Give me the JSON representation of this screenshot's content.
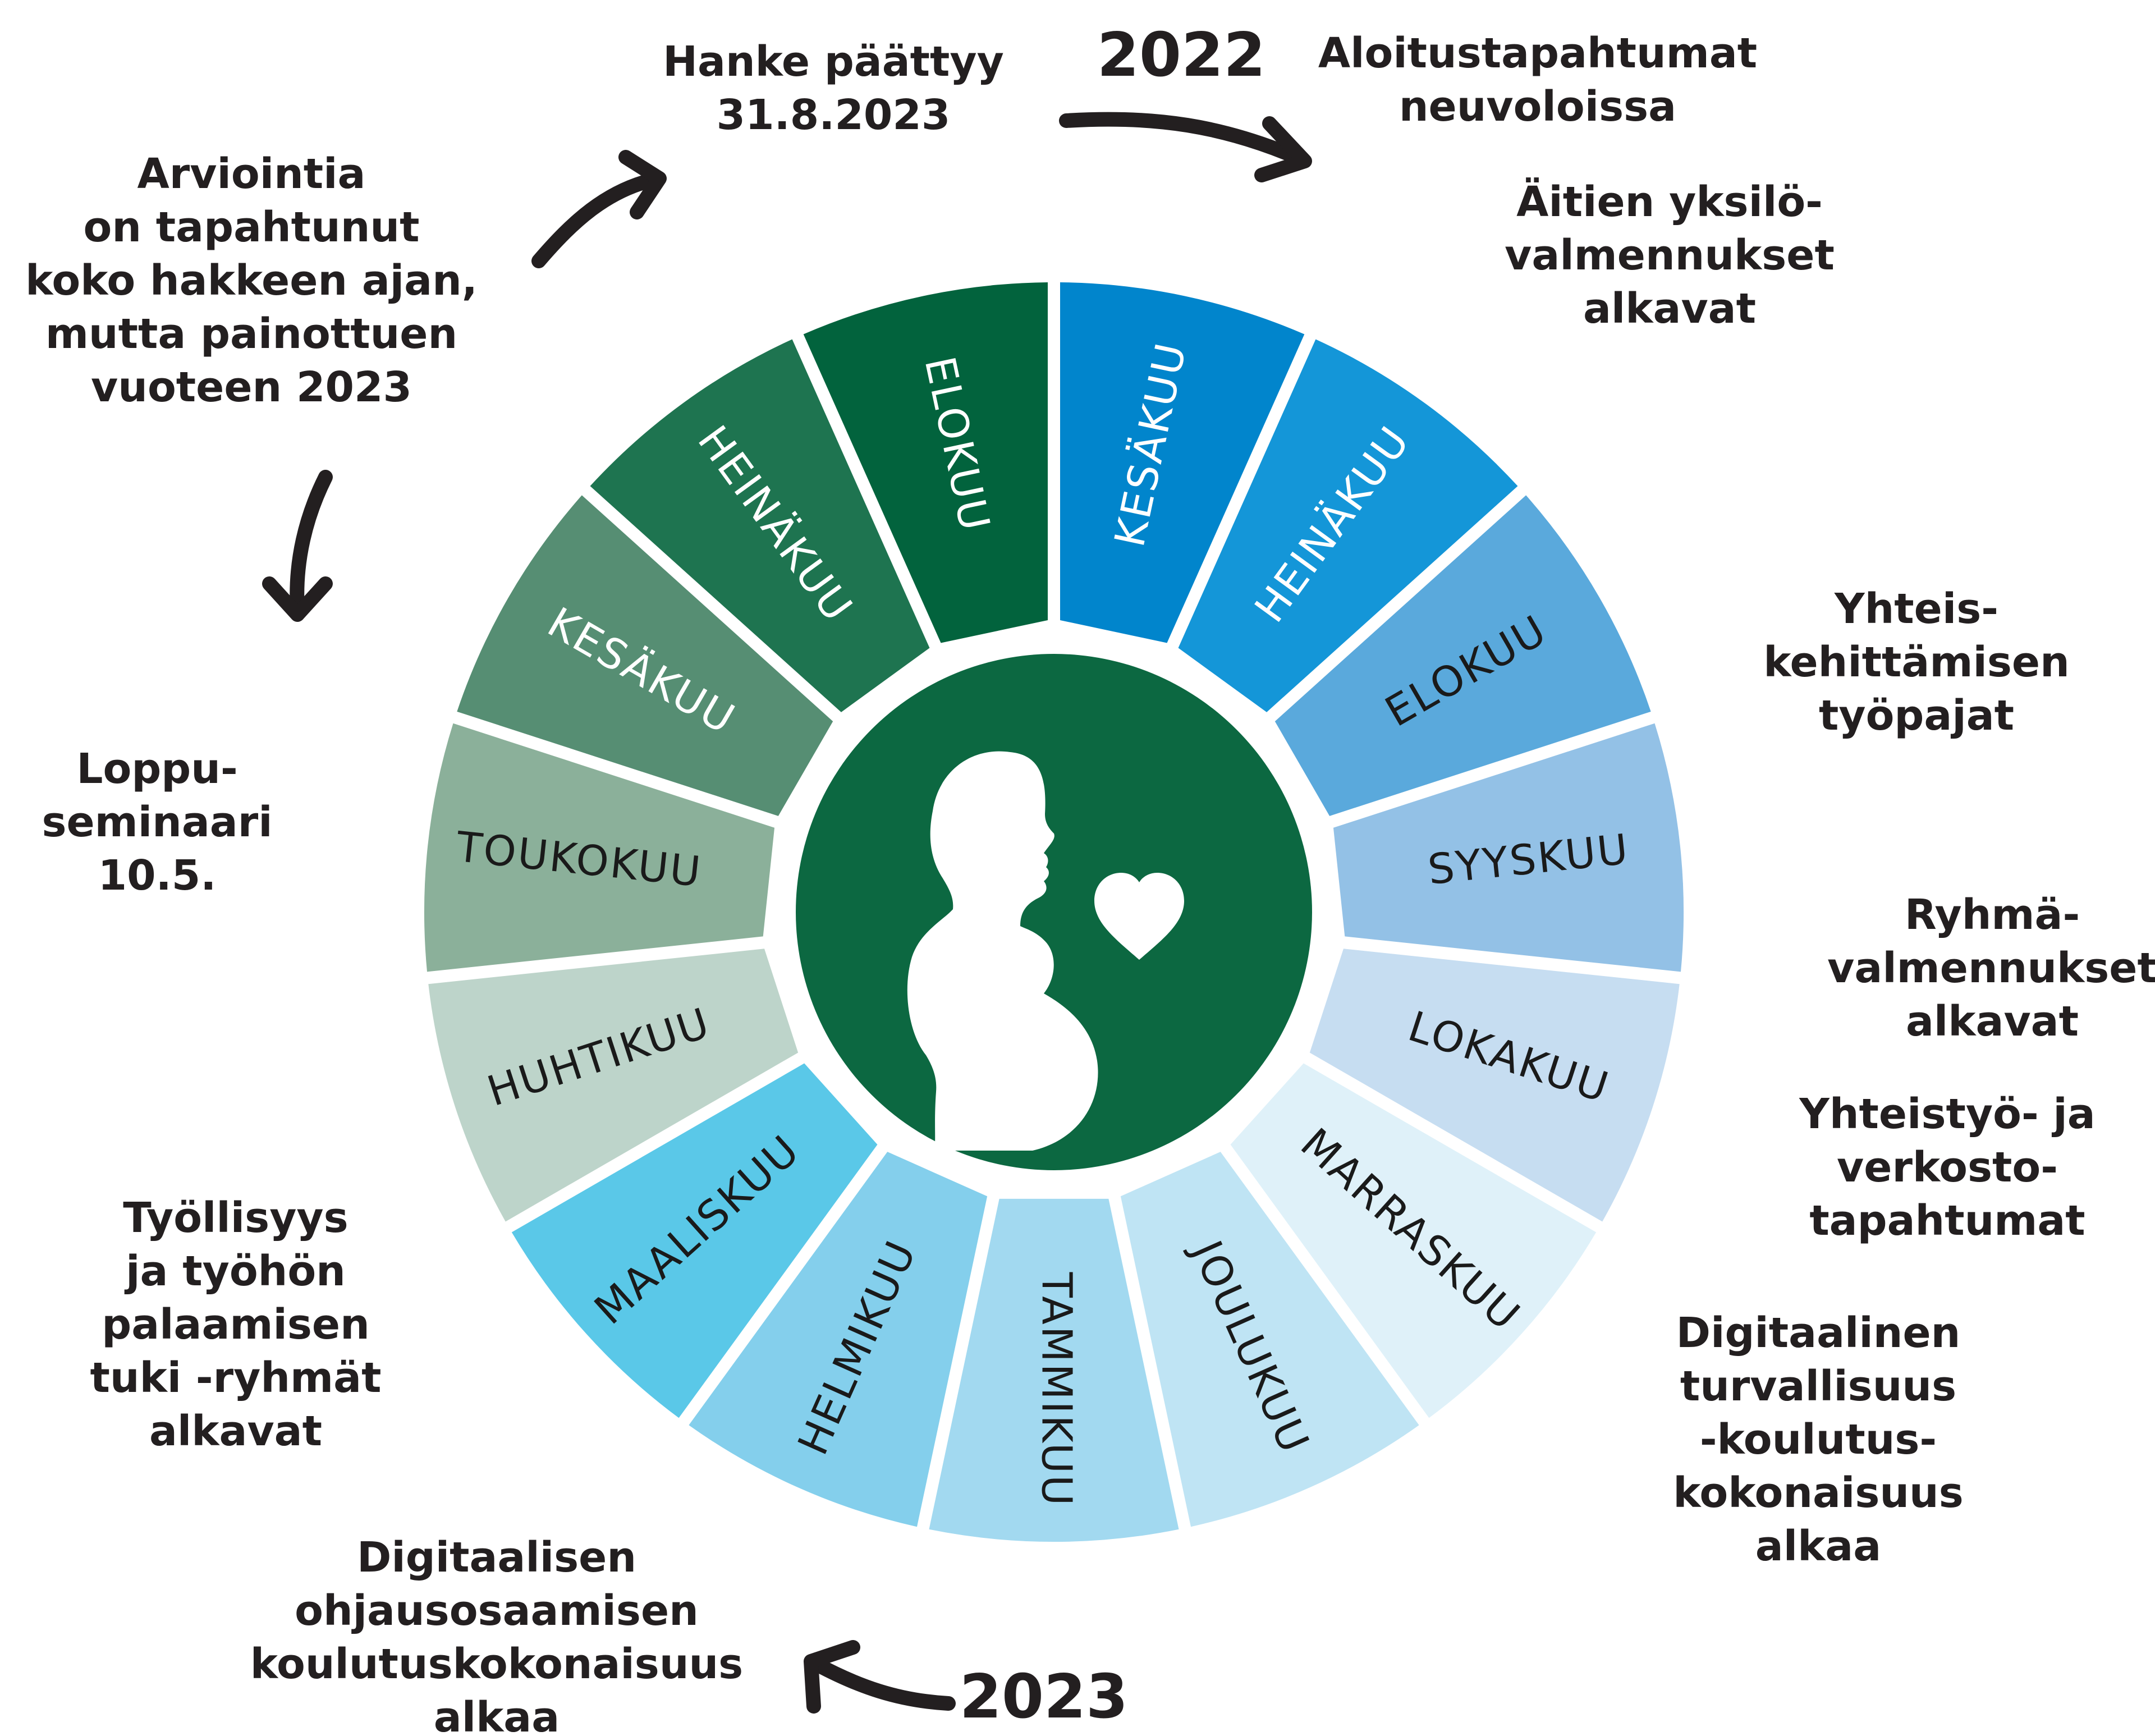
{
  "months": [
    {
      "id": "kesakuu-2022",
      "label": "KESÄKUU",
      "color": "#0185cc",
      "text_color": "#ffffff"
    },
    {
      "id": "heinakuu-2022",
      "label": "HEINÄKUU",
      "color": "#1496d8",
      "text_color": "#ffffff"
    },
    {
      "id": "elokuu-2022",
      "label": "ELOKUU",
      "color": "#5aa9dc",
      "text_color": "#1a1a1a"
    },
    {
      "id": "syyskuu-2022",
      "label": "SYYSKUU",
      "color": "#93c1e6",
      "text_color": "#1a1a1a"
    },
    {
      "id": "lokakuu-2022",
      "label": "LOKAKUU",
      "color": "#c6ddf1",
      "text_color": "#1a1a1a"
    },
    {
      "id": "marraskuu-2022",
      "label": "MARRASKUU",
      "color": "#dff1f9",
      "text_color": "#1a1a1a"
    },
    {
      "id": "joulukuu-2022",
      "label": "JOULUKUU",
      "color": "#bfe4f4",
      "text_color": "#1a1a1a"
    },
    {
      "id": "tammikuu-2023",
      "label": "TAMMIKUU",
      "color": "#a2d9f0",
      "text_color": "#1a1a1a"
    },
    {
      "id": "helmikuu-2023",
      "label": "HELMIKUU",
      "color": "#84cfec",
      "text_color": "#1a1a1a"
    },
    {
      "id": "maaliskuu-2023",
      "label": "MAALISKUU",
      "color": "#5ac8e8",
      "text_color": "#1a1a1a"
    },
    {
      "id": "huhtikuu-2023",
      "label": "HUHTIKUU",
      "color": "#bdd4ca",
      "text_color": "#1a1a1a"
    },
    {
      "id": "toukokuu-2023",
      "label": "TOUKOKUU",
      "color": "#8bb09a",
      "text_color": "#1a1a1a"
    },
    {
      "id": "kesakuu-2023",
      "label": "KESÄKUU",
      "color": "#568e73",
      "text_color": "#ffffff"
    },
    {
      "id": "heinakuu-2023",
      "label": "HEINÄKUU",
      "color": "#1e7450",
      "text_color": "#ffffff"
    },
    {
      "id": "elokuu-2023",
      "label": "ELOKUU",
      "color": "#02633d",
      "text_color": "#ffffff"
    }
  ],
  "years": [
    "2022",
    "2023"
  ],
  "callouts": {
    "hanke": [
      "Hanke päättyy",
      "31.8.2023"
    ],
    "aloitus": [
      "Aloitustapahtumat",
      "neuvoloissa"
    ],
    "aitien": [
      "Äitien yksilö-",
      "valmennukset",
      "alkavat"
    ],
    "yhteiskehittamisen": [
      "Yhteis-",
      "kehittämisen",
      "työpajat"
    ],
    "ryhma": [
      "Ryhmä-",
      "valmennukset",
      "alkavat"
    ],
    "yhteistyo": [
      "Yhteistyö- ja",
      "verkosto-",
      "tapahtumat"
    ],
    "digitaalinen": [
      "Digitaalinen",
      "turvallisuus",
      "-koulutus-",
      "kokonaisuus",
      "alkaa"
    ],
    "digitaalisen": [
      "Digitaalisen",
      "ohjausosaamisen",
      "koulutuskokonaisuus",
      "alkaa"
    ],
    "tyollisyys": [
      "Työllisyys",
      "ja työhön",
      "palaamisen",
      "tuki -ryhmät",
      "alkavat"
    ],
    "loppuseminaari": [
      "Loppu-",
      "seminaari",
      "10.5."
    ],
    "arviointia": [
      "Arviointia",
      "on tapahtunut",
      "koko hakkeen ajan,",
      "mutta painottuen",
      "vuoteen 2023"
    ]
  },
  "colors": {
    "center": "#0c6841",
    "arrow": "#231f20",
    "text": "#231f20"
  },
  "icons": [
    "pregnant-woman-icon",
    "heart-icon",
    "arrow-icon"
  ]
}
